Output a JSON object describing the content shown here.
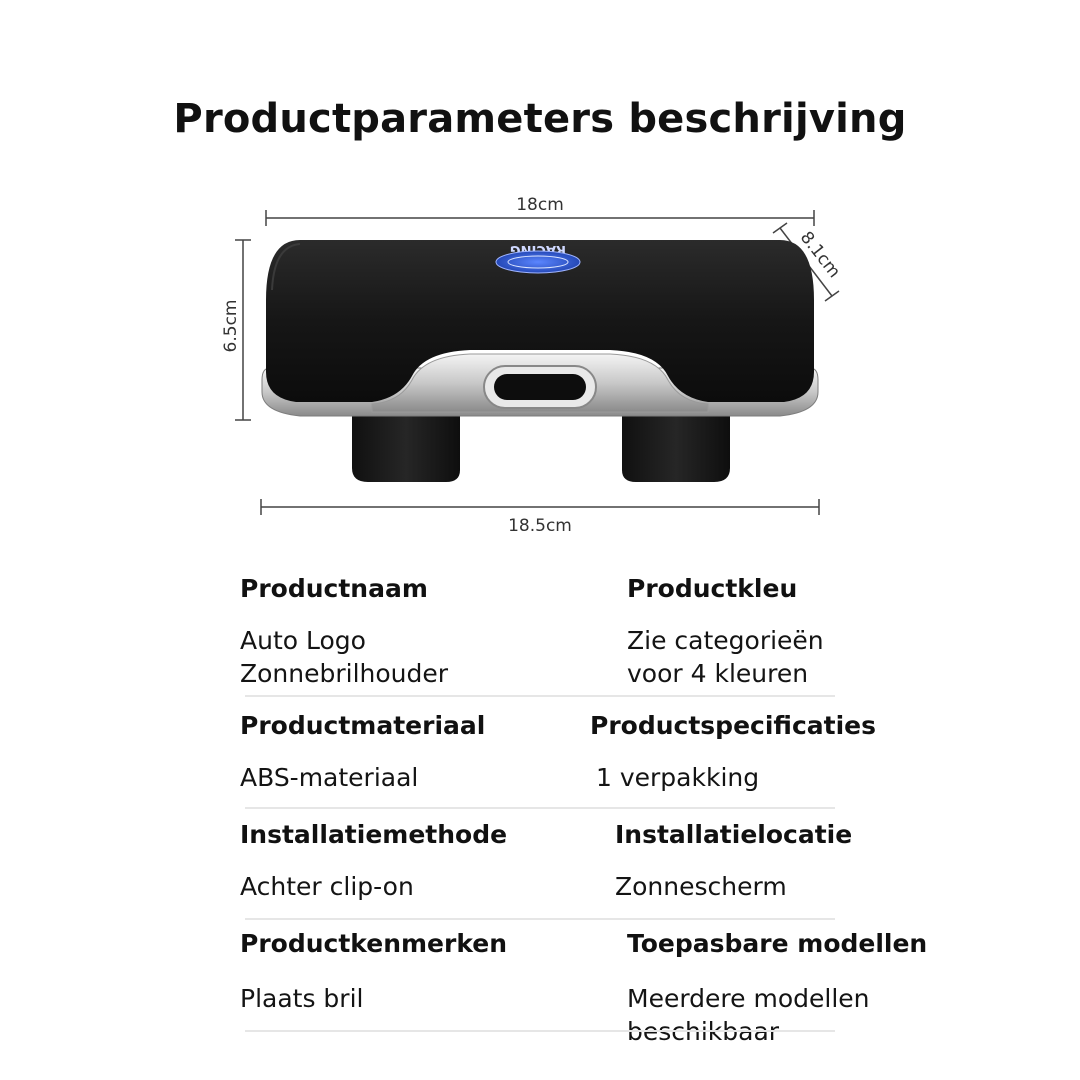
{
  "title": "Productparameters beschrijving",
  "dimensions": {
    "width_top": "18cm",
    "depth": "8.1cm",
    "height": "6.5cm",
    "width_bottom": "18.5cm"
  },
  "product": {
    "badge_text": "RACING"
  },
  "specs": [
    {
      "label": "Productnaam",
      "value": "Auto Logo\nZonnebrilhouder"
    },
    {
      "label": "Productkleu",
      "value": "Zie categorieën\nvoor 4 kleuren"
    },
    {
      "label": "Productmateriaal",
      "value": "ABS-materiaal"
    },
    {
      "label": "Productspecificaties",
      "value": "1 verpakking"
    },
    {
      "label": "Installatiemethode",
      "value": "Achter clip-on"
    },
    {
      "label": "Installatielocatie",
      "value": "Zonnescherm"
    },
    {
      "label": "Productkenmerken",
      "value": "Plaats bril"
    },
    {
      "label": "Toepasbare modellen",
      "value": "Meerdere modellen\nbeschikbaar"
    }
  ],
  "colors": {
    "body": "#151515",
    "chrome": "#cfcfcf",
    "badge": "#2a55c9"
  }
}
